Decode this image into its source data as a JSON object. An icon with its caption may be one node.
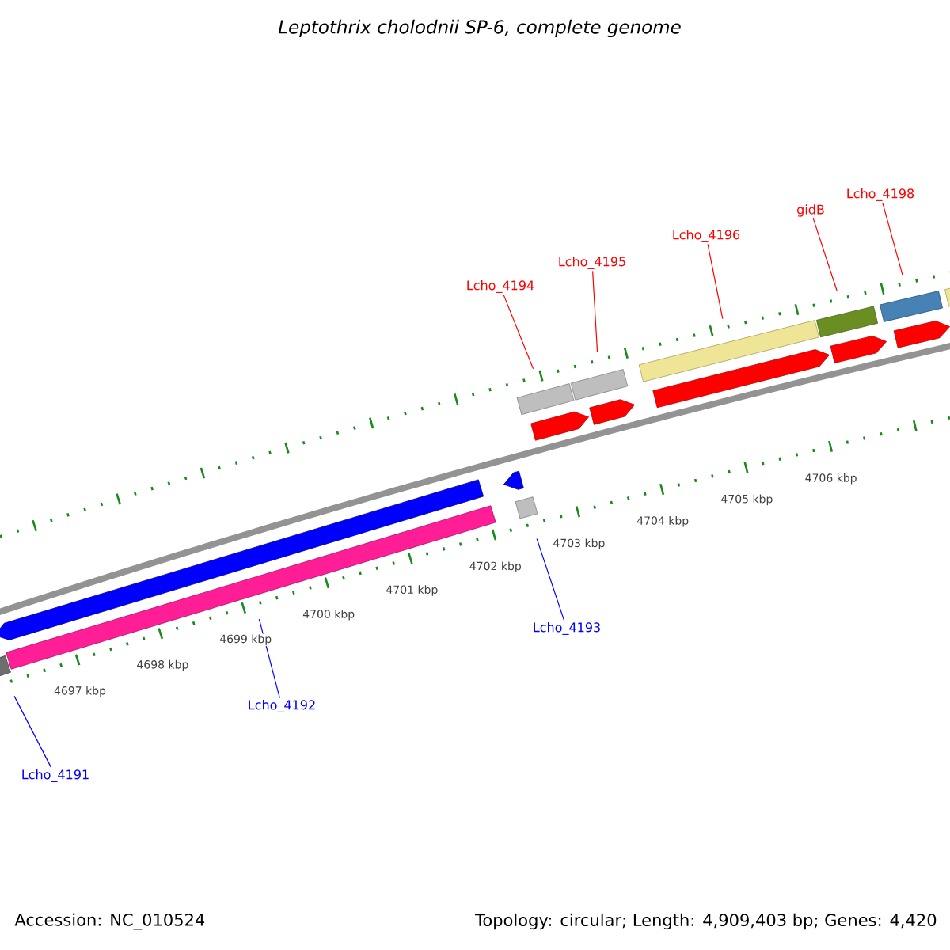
{
  "diagram": {
    "title": "Leptothrix cholodnii SP-6, complete genome",
    "nodes": [
      {
        "text": [
          "Lcho_4194"
        ]
      },
      {
        "text": [
          "Lcho_4195"
        ]
      },
      {
        "text": [
          "Lcho_4196"
        ]
      },
      {
        "text": [
          "gidB"
        ]
      },
      {
        "text": [
          "Lcho_4198"
        ]
      },
      {
        "text": [
          "Lcho_4191"
        ]
      },
      {
        "text": [
          "Lcho_4192"
        ]
      },
      {
        "text": [
          "Lcho_4193"
        ]
      },
      {
        "text": [],
        "shape": "bar"
      },
      {
        "text": [],
        "shape": "bar"
      },
      {
        "text": [],
        "shape": "bar"
      },
      {
        "text": [],
        "shape": "bar"
      },
      {
        "text": [],
        "shape": "bar"
      },
      {
        "text": [],
        "shape": "bar"
      },
      {
        "text": [],
        "shape": "bar"
      },
      {
        "text": [],
        "shape": "bar"
      },
      {
        "text": [],
        "shape": "bar"
      },
      {
        "text": [],
        "shape": "arrow"
      },
      {
        "text": [],
        "shape": "arrow"
      },
      {
        "text": [],
        "shape": "arrow"
      },
      {
        "text": [],
        "shape": "arrow"
      },
      {
        "text": [],
        "shape": "arrow"
      },
      {
        "text": [],
        "shape": "arrow"
      },
      {
        "text": [],
        "shape": "arrow"
      }
    ],
    "edges": [
      {
        "from": 0,
        "to": 8,
        "arrow": "none",
        "color": "#ff0000"
      },
      {
        "from": 1,
        "to": 9,
        "arrow": "none",
        "color": "#ff0000"
      },
      {
        "from": 2,
        "to": 10,
        "arrow": "none",
        "color": "#ff0000"
      },
      {
        "from": 3,
        "to": 11,
        "arrow": "none",
        "color": "#ff0000"
      },
      {
        "from": 4,
        "to": 12,
        "arrow": "none",
        "color": "#ff0000"
      },
      {
        "from": 5,
        "to": 13,
        "arrow": "none",
        "color": "#0000ff"
      },
      {
        "from": 6,
        "to": 14,
        "arrow": "none",
        "color": "#0000ff"
      },
      {
        "from": 7,
        "to": 15,
        "arrow": "none",
        "color": "#0000ff"
      }
    ],
    "labels": [
      "4697 kbp",
      "4698 kbp",
      "4699 kbp",
      "4700 kbp",
      "4701 kbp",
      "4702 kbp",
      "4703 kbp",
      "4704 kbp",
      "4705 kbp",
      "4706 kbp",
      "Accession: NC_010524",
      "Topology: circular; Length: 4,909,403 bp; Genes: 4,420"
    ]
  }
}
